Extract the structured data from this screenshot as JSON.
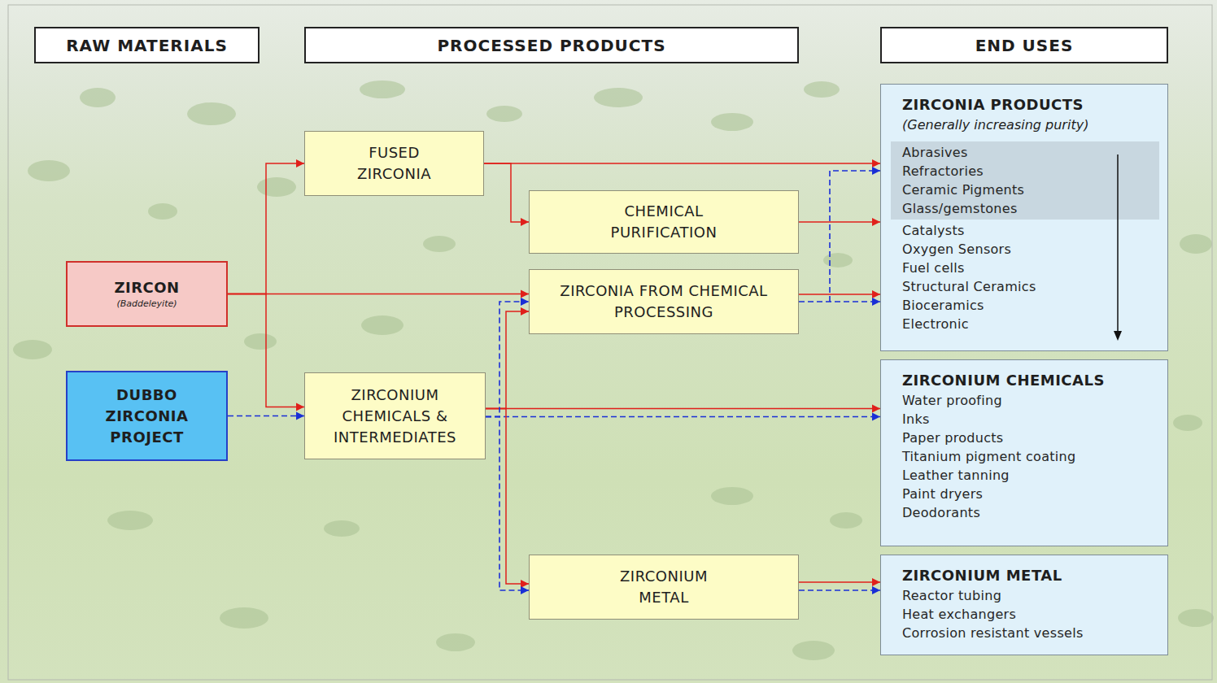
{
  "diagram": {
    "nodes": [
      {
        "text": [
          "RAW MATERIALS"
        ]
      },
      {
        "text": [
          "PROCESSED PRODUCTS"
        ]
      },
      {
        "text": [
          "END USES"
        ]
      },
      {
        "text": [
          "FUSED ZIRCONIA"
        ]
      },
      {
        "text": [
          "CHEMICAL PURIFICATION"
        ]
      },
      {
        "text": [
          "ZIRCON",
          "(Baddeleyite)"
        ]
      },
      {
        "text": [
          "ZIRCONIA FROM CHEMICAL PROCESSING"
        ]
      },
      {
        "text": [
          "ZIRCONIA PRODUCTS",
          "(Generally increasing purity)",
          "Catalysts",
          "Oxygen Sensors",
          "Fuel cells",
          "Structural Ceramics",
          "Bioceramics",
          "Electronic"
        ]
      },
      {
        "text": [
          "Abrasives",
          "Refractories",
          "Ceramic Pigments",
          "Glass/gemstones"
        ],
        "in": 7
      },
      {
        "text": [
          "DUBBO ZIRCONIA PROJECT"
        ]
      },
      {
        "text": [
          "ZIRCONIUM CHEMICALS & INTERMEDIATES"
        ]
      },
      {
        "text": [
          "ZIRCONIUM CHEMICALS",
          "Water proofing",
          "Inks",
          "Paper products",
          "Titanium pigment coating",
          "Leather tanning",
          "Paint dryers",
          "Deodorants"
        ]
      },
      {
        "text": [
          "ZIRCONIUM METAL"
        ]
      },
      {
        "text": [
          "ZIRCONIUM METAL",
          "Reactor tubing",
          "Heat exchangers",
          "Corrosion resistant vessels"
        ]
      }
    ],
    "edges": [
      {
        "from": 5,
        "to": 3,
        "arrow": "to"
      },
      {
        "from": 5,
        "to": 10,
        "arrow": "to"
      },
      {
        "from": 5,
        "to": 6,
        "arrow": "to"
      },
      {
        "from": 3,
        "to": 7,
        "arrow": "to"
      },
      {
        "from": 3,
        "to": 4,
        "arrow": "to"
      },
      {
        "from": 4,
        "to": 7,
        "arrow": "to"
      },
      {
        "from": 6,
        "to": 7,
        "arrow": "to"
      },
      {
        "from": 6,
        "to": 7,
        "arrow": "to"
      },
      {
        "from": 9,
        "to": 10,
        "arrow": "to"
      },
      {
        "from": 10,
        "to": 11,
        "arrow": "to"
      },
      {
        "from": 10,
        "to": 11,
        "arrow": "to"
      },
      {
        "from": 10,
        "to": 6,
        "arrow": "to"
      },
      {
        "from": 10,
        "to": 12,
        "arrow": "to"
      },
      {
        "from": 10,
        "to": 6,
        "arrow": "to"
      },
      {
        "from": 10,
        "to": 12,
        "arrow": "to"
      },
      {
        "from": 12,
        "to": 13,
        "arrow": "to"
      },
      {
        "from": 12,
        "to": 13,
        "arrow": "to"
      }
    ]
  }
}
